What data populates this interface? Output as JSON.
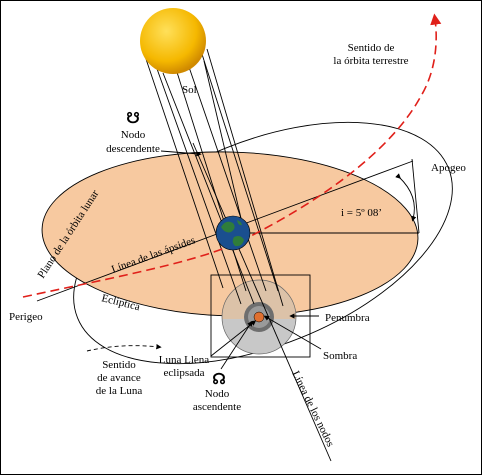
{
  "labels": {
    "sol": "Sol",
    "sentido_orbita_1": "Sentido de",
    "sentido_orbita_2": "la órbita terrestre",
    "nodo_desc_1": "Nodo",
    "nodo_desc_2": "descendente",
    "apogeo": "Apogeo",
    "inclinacion": "i = 5º 08’",
    "plano_orbita_lunar": "Plano de la órbita lunar",
    "linea_apsides": "Línea de las ápsides",
    "ecliptica": "Eclíptica",
    "perigeo": "Perigeo",
    "penumbra": "Penumbra",
    "sombra": "Sombra",
    "sentido_avance_1": "Sentido",
    "sentido_avance_2": "de avance",
    "sentido_avance_3": "de la Luna",
    "luna_llena_1": "Luna Llena",
    "luna_llena_2": "eclipsada",
    "nodo_asc_1": "Nodo",
    "nodo_asc_2": "ascendente",
    "linea_nodos": "Línea de los nodos"
  },
  "symbols": {
    "descending_node": "☋",
    "ascending_node": "☊"
  },
  "colors": {
    "sun": "#f5b800",
    "lunar_plane": "#f7c9a0",
    "earth_orbit_arrow": "#e0201a",
    "earth_ocean": "#1a4f8f",
    "earth_land": "#2f7d3b",
    "penumbra": "#c8c8c8",
    "umbra": "#6e6e6e",
    "moon": "#e07030"
  }
}
